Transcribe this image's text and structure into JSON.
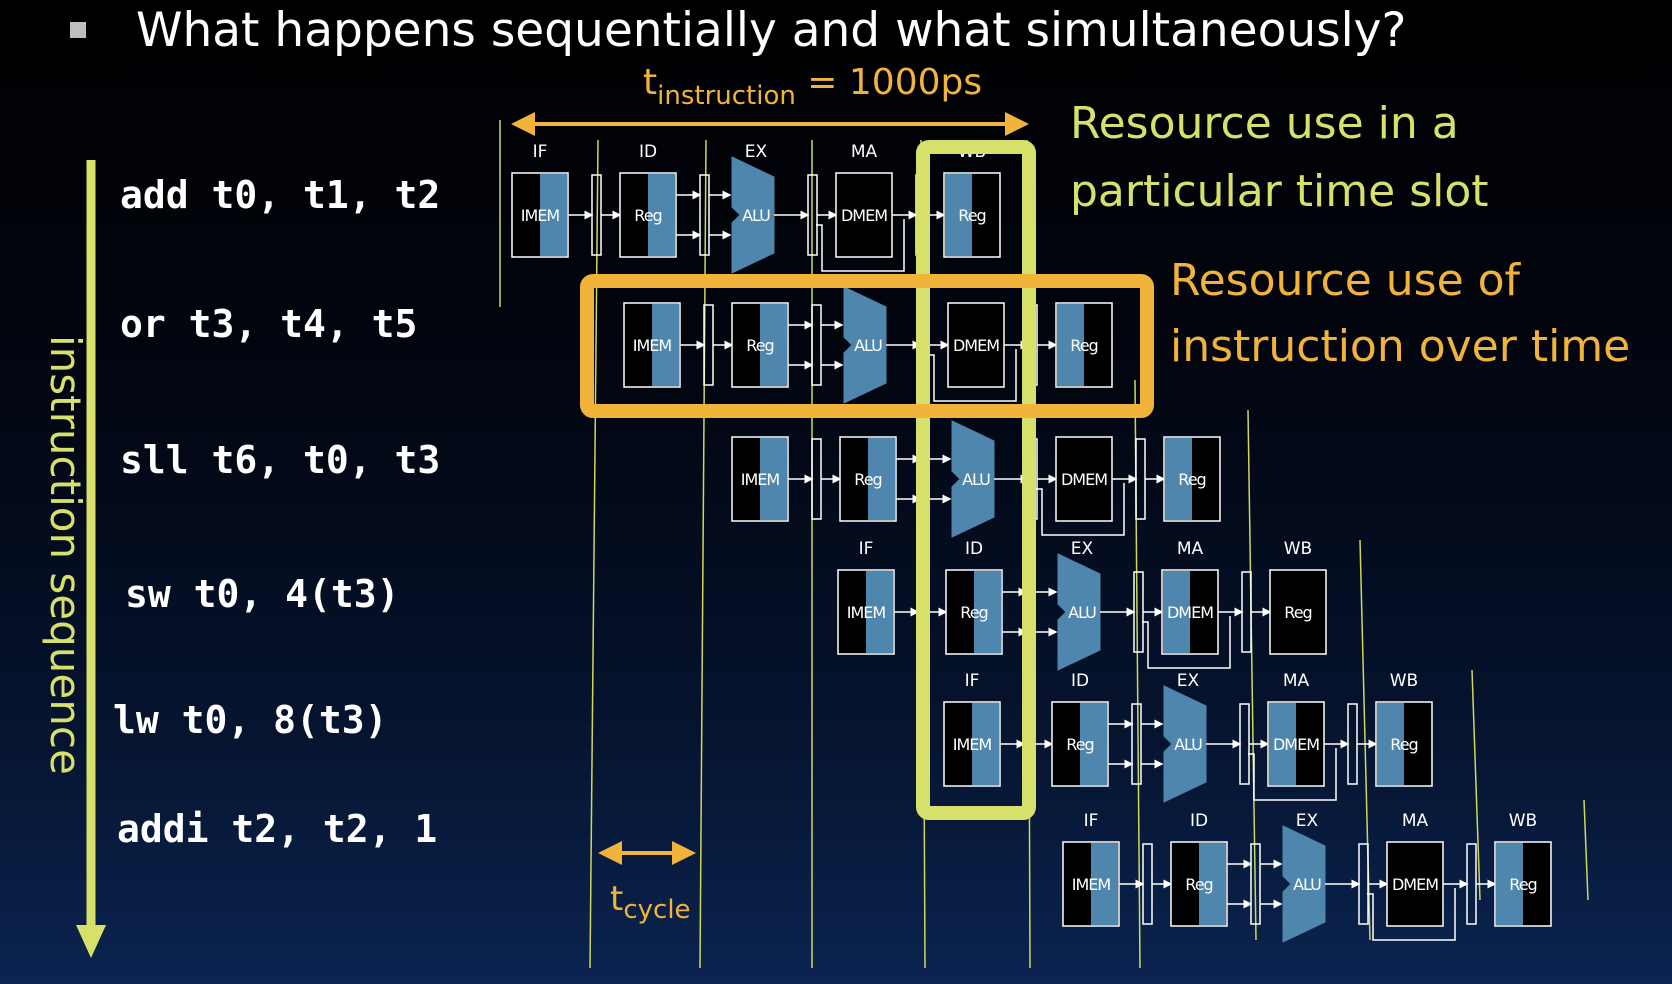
{
  "title": "What happens sequentially and what simultaneously?",
  "sequence_label": "instruction sequence",
  "instructions": [
    "add t0, t1, t2",
    "or t3, t4, t5",
    "sll t6, t0, t3",
    "sw t0, 4(t3)",
    "lw t0, 8(t3)",
    "addi t2, t2, 1"
  ],
  "stages": [
    "IF",
    "ID",
    "EX",
    "MA",
    "WB"
  ],
  "units": [
    "IMEM",
    "Reg",
    "ALU",
    "DMEM",
    "Reg"
  ],
  "t_instruction": {
    "symbol": "t",
    "subscript": "instruction",
    "rest": " = 1000ps"
  },
  "t_cycle": {
    "symbol": "t",
    "subscript": "cycle"
  },
  "annotations": {
    "time_slot": [
      "Resource use in a",
      "particular time slot"
    ],
    "over_time": [
      "Resource use of",
      "instruction over time"
    ]
  },
  "colors": {
    "background": "#000000",
    "unit_fill": "#4f86ad",
    "highlight_green": "#d7e06a",
    "highlight_orange": "#f1b33a",
    "grid_line": "#cfd75a"
  }
}
